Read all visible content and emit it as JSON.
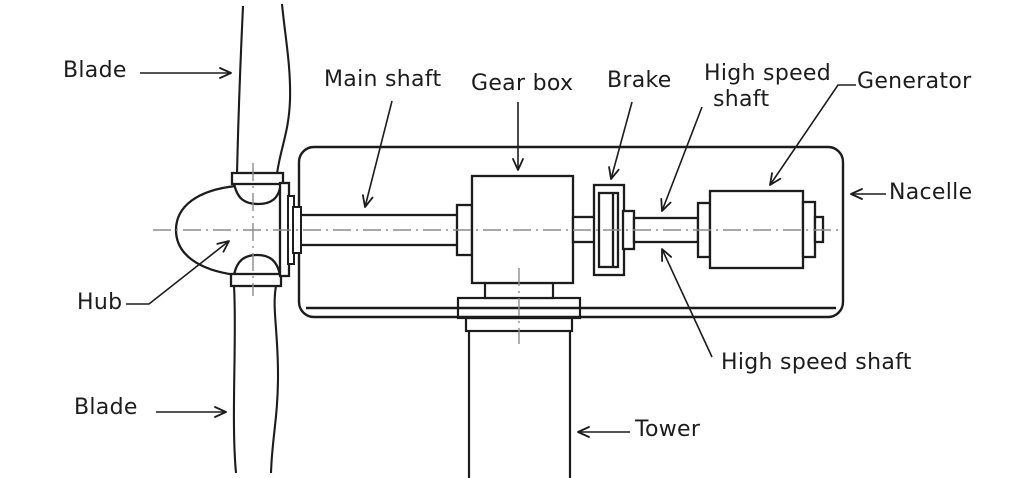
{
  "figure": {
    "type": "technical-diagram",
    "subject": "wind-turbine-components",
    "background_color": "#ffffff",
    "line_color": "#1c1c1c",
    "centerline_color": "#8c8c8c"
  },
  "labels": {
    "blade_top": "Blade",
    "main_shaft": "Main shaft",
    "gear_box": "Gear box",
    "brake": "Brake",
    "high_speed_shaft_top_line1": "High speed",
    "high_speed_shaft_top_line2": "shaft",
    "generator": "Generator",
    "nacelle": "Nacelle",
    "hub": "Hub",
    "high_speed_shaft_bottom": "High speed shaft",
    "blade_bottom": "Blade",
    "tower": "Tower"
  }
}
